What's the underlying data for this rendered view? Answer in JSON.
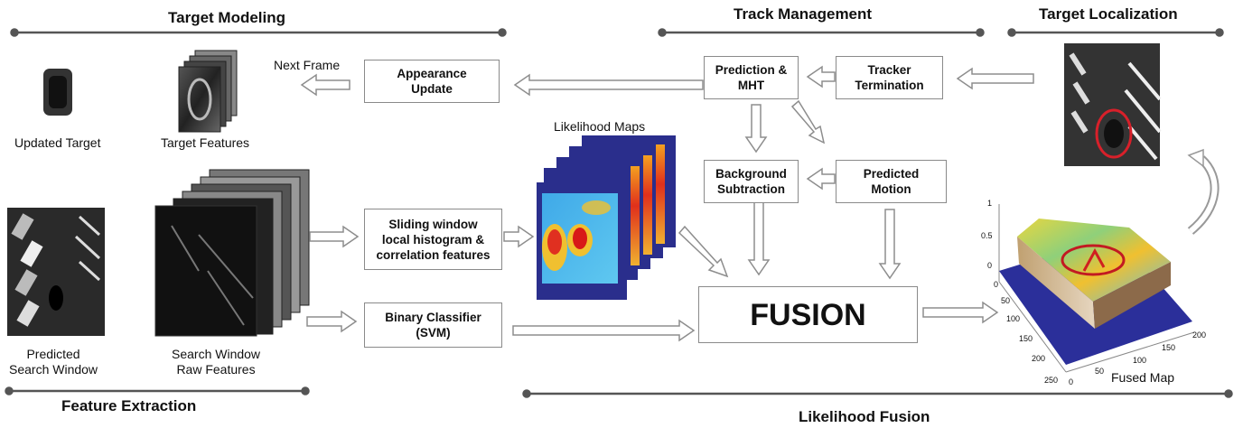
{
  "sections": {
    "target_modeling": "Target Modeling",
    "track_management": "Track Management",
    "target_localization": "Target Localization",
    "feature_extraction": "Feature Extraction",
    "likelihood_fusion": "Likelihood Fusion"
  },
  "captions": {
    "next_frame": "Next Frame",
    "updated_target": "Updated Target",
    "target_features": "Target Features",
    "predicted_search_window": "Predicted\nSearch Window",
    "search_window_raw_features": "Search Window\nRaw Features",
    "likelihood_maps": "Likelihood Maps",
    "fused_map": "Fused Map"
  },
  "boxes": {
    "appearance_update": "Appearance\nUpdate",
    "prediction_mht": "Prediction  &\nMHT",
    "tracker_termination": "Tracker\nTermination",
    "background_subtraction": "Background\nSubtraction",
    "predicted_motion": "Predicted\nMotion",
    "sliding_window": "Sliding window\nlocal histogram &\ncorrelation features",
    "binary_classifier": "Binary Classifier\n(SVM)",
    "fusion": "FUSION"
  },
  "surface_axes": {
    "z_ticks": [
      "1",
      "0.5",
      "0"
    ],
    "y_ticks": [
      "0",
      "50",
      "100",
      "150",
      "200",
      "250"
    ],
    "x_ticks": [
      "0",
      "50",
      "100",
      "150",
      "200"
    ]
  }
}
